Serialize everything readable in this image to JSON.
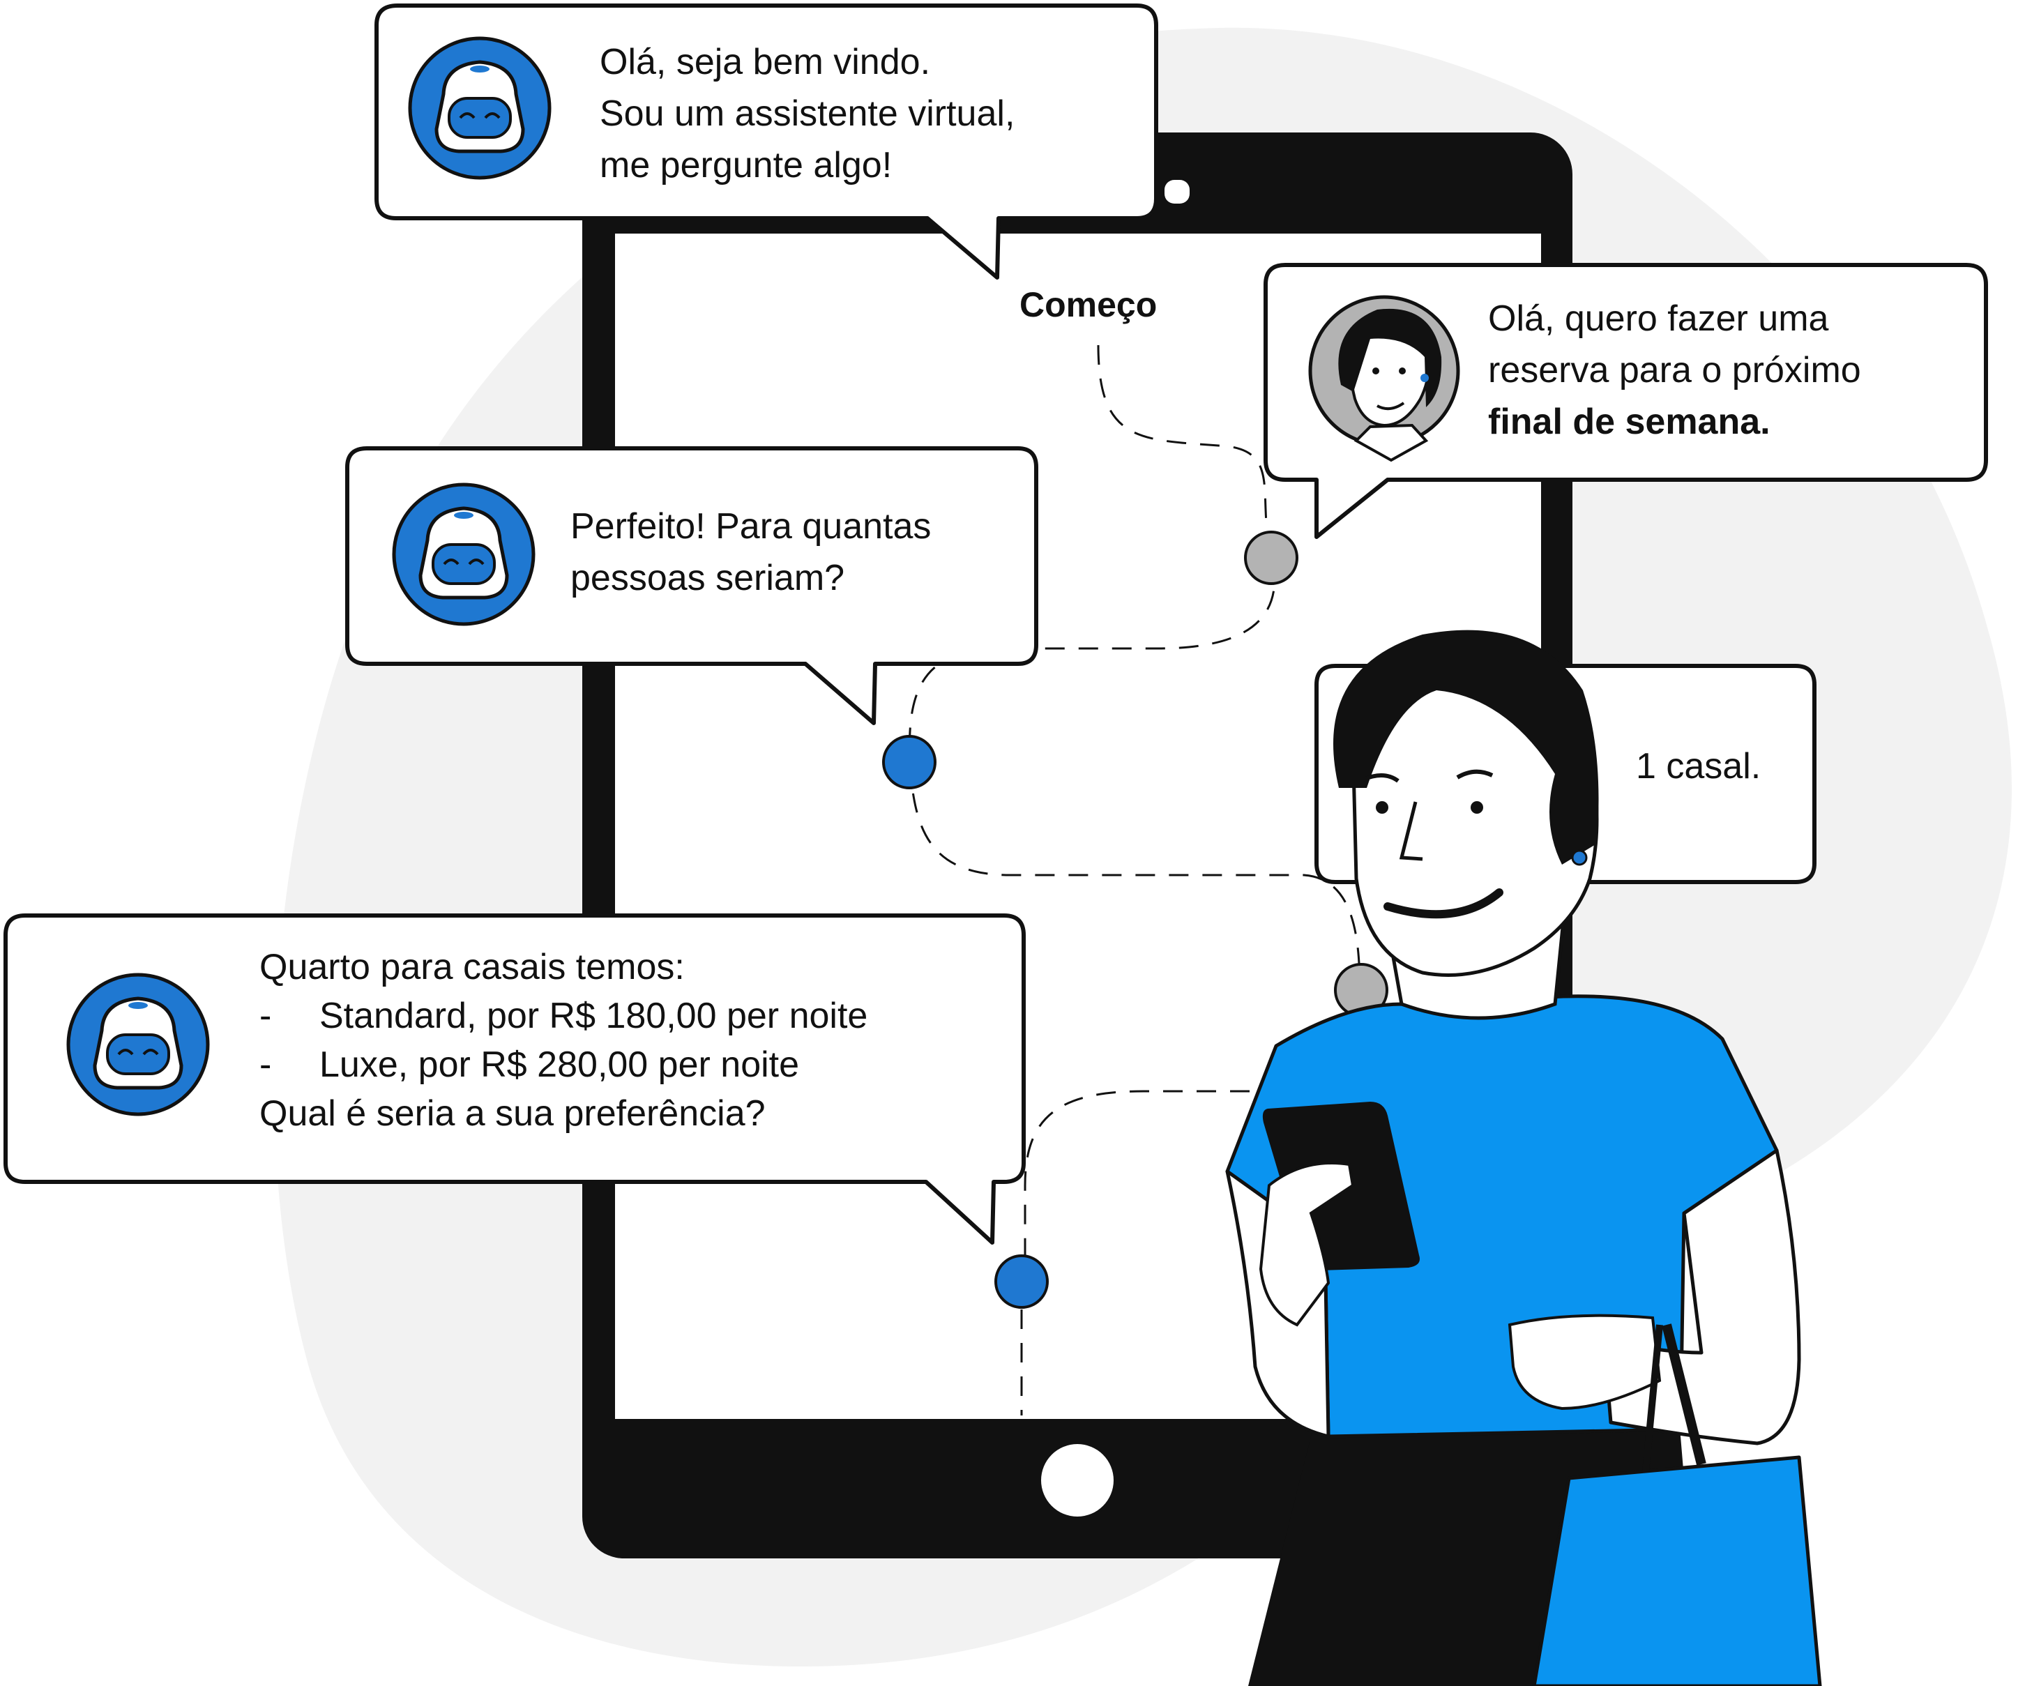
{
  "start_label": "Começo",
  "messages": {
    "bot_welcome": {
      "line1": "Olá, seja bem vindo.",
      "line2": "Sou um assistente virtual,",
      "line3": "me pergunte algo!"
    },
    "user_request": {
      "line1": "Olá, quero fazer uma",
      "line2": "reserva para o próximo",
      "line3_bold": "final de semana."
    },
    "bot_people": {
      "line1": "Perfeito! Para quantas",
      "line2": "pessoas seriam?"
    },
    "user_answer": {
      "visible_text": "1 casal."
    },
    "bot_rooms": {
      "line1": "Quarto para casais temos:",
      "items": [
        {
          "bullet": "-",
          "text": "Standard, por R$ 180,00 per noite"
        },
        {
          "bullet": "-",
          "text": "Luxe, por R$ 280,00 per noite"
        }
      ],
      "line_last": "Qual é seria a sua preferência?"
    }
  },
  "colors": {
    "blob": "#f2f2f2",
    "device": "#111111",
    "bot_blue": "#1f78d1",
    "shirt_blue": "#0a94f0",
    "node_grey": "#b3b3b3",
    "outline": "#111111"
  },
  "icons": {
    "bot_avatar": "robot-face-icon",
    "user_avatar": "person-avatar-icon"
  }
}
